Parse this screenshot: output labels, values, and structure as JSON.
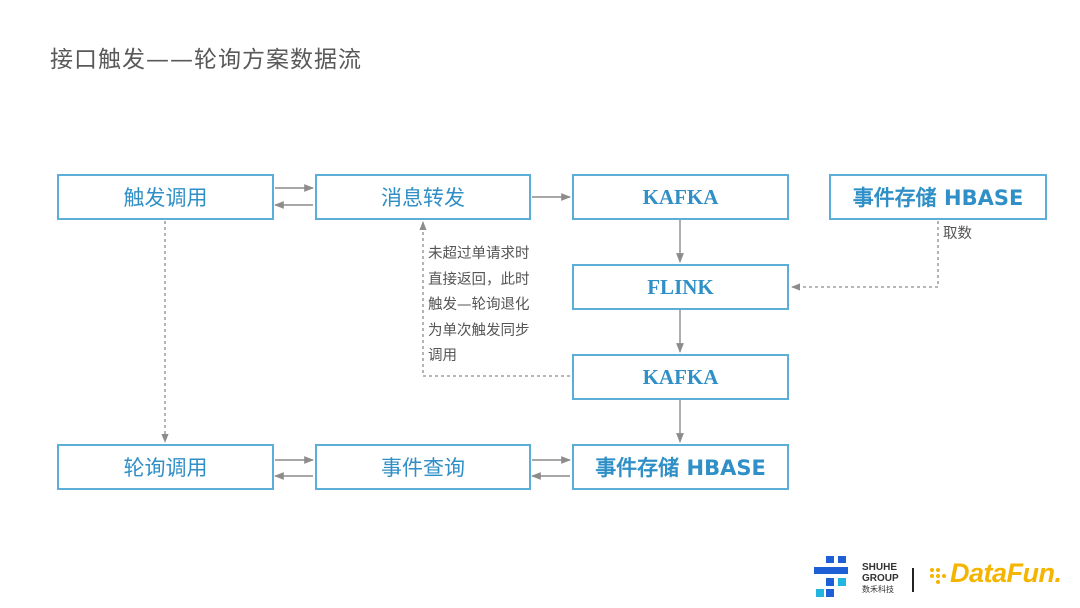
{
  "title": "接口触发——轮询方案数据流",
  "nodes": {
    "trigger_call": "触发调用",
    "msg_forward": "消息转发",
    "kafka_top": "KAFKA",
    "hbase_store_top": "事件存储 HBASE",
    "flink": "FLINK",
    "kafka_mid": "KAFKA",
    "poll_call": "轮询调用",
    "event_query": "事件查询",
    "hbase_store_bottom": "事件存储 HBASE"
  },
  "labels": {
    "fetch": "取数",
    "note_lines": [
      "未超过单请求时",
      "直接返回，此时",
      "触发—轮询退化",
      "为单次触发同步",
      "调用"
    ]
  },
  "logos": {
    "shuhe_line1": "SHUHE",
    "shuhe_line2": "GROUP",
    "shuhe_line3": "数禾科技",
    "datafun": "DataFun."
  },
  "colors": {
    "box_border": "#5aaed8",
    "box_text": "#2f8fc6",
    "arrow": "#8c8c8c"
  }
}
